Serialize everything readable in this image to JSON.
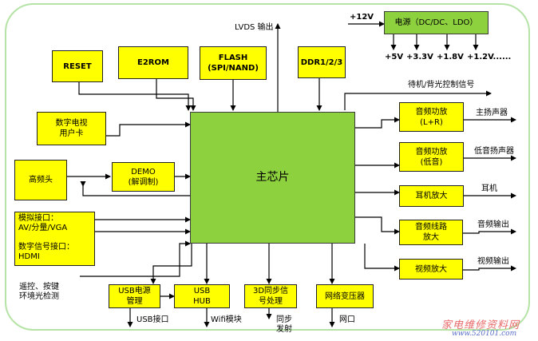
{
  "blocks": {
    "power": "电源（DC/DC、LDO）",
    "reset": "RESET",
    "e2rom": "E2ROM",
    "flash": "FLASH\n(SPI/NAND)",
    "ddr": "DDR1/2/3",
    "ca_card": "数字电视\n用户卡",
    "tuner": "高频头",
    "demo": "DEMO\n(解调制)",
    "interfaces": "模拟接口：\nAV/分量/VGA\n\n数字信号接口：\nHDMI",
    "main_chip": "主芯片",
    "amp_main": "音频功放\n(L+R)",
    "amp_bass": "音频功放\n(低音)",
    "headphone_amp": "耳机放大",
    "line_out_amp": "音频线路\n放大",
    "video_amp": "视频放大",
    "usb_power": "USB电源\n管理",
    "usb_hub": "USB\nHUB",
    "sync3d": "3D同步信\n号处理",
    "net_transformer": "网络变压器"
  },
  "labels": {
    "v12": "+12V",
    "rail_5v": "+5V",
    "rail_33v": "+3.3V",
    "rail_18v": "+1.8V",
    "rail_12v": "+1.2V......",
    "lvds": "LVDS 输出",
    "standby": "待机/背光控制信号",
    "main_speaker": "主扬声器",
    "bass_speaker": "低音扬声器",
    "headphone": "耳机",
    "audio_out": "音频输出",
    "video_out": "视频输出",
    "remote": "遥控、按键\n环境光检测",
    "usb_port": "USB接口",
    "wifi": "Wifi模块",
    "sync_tx": "同步\n发射",
    "net_port": "网口"
  },
  "watermark": {
    "line1": "家电维修资料网",
    "line2": "www.520101.com"
  },
  "colors": {
    "block_fill": "#ffff00",
    "chip_fill": "#8ed13f",
    "power_fill": "#8ed13f",
    "frame": "#b5e3a5",
    "watermark": "#e86a6a"
  }
}
